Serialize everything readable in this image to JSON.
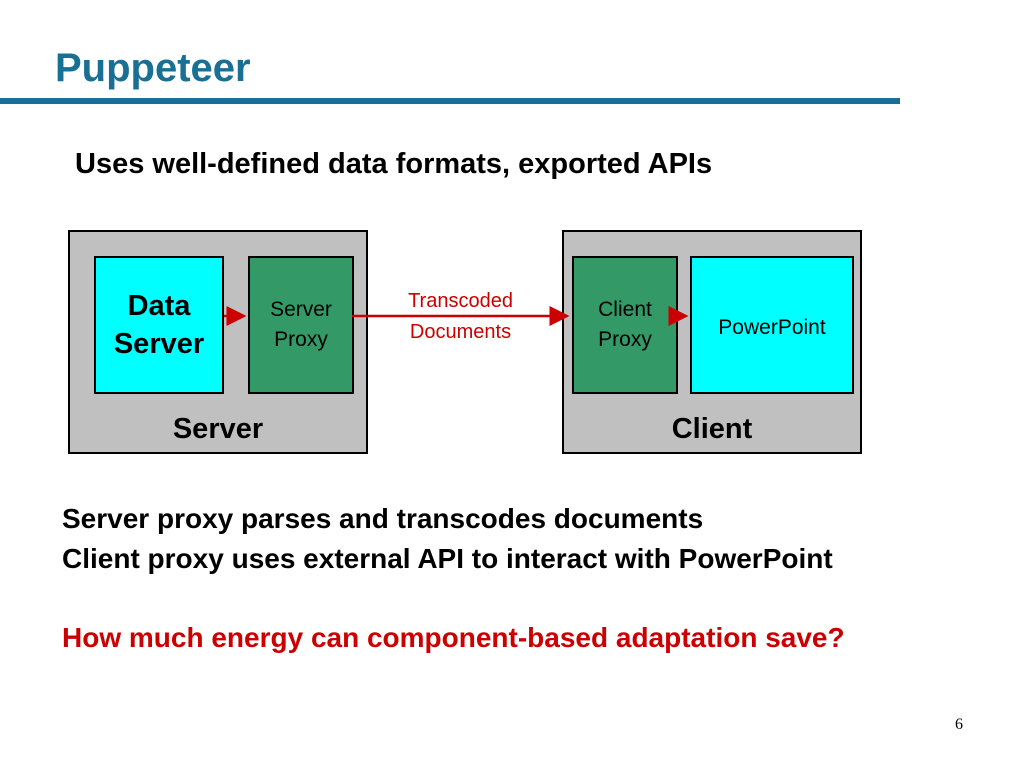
{
  "title": "Puppeteer",
  "subtitle": "Uses well-defined data formats, exported APIs",
  "diagram": {
    "server_group": {
      "label": "Server",
      "data_server": "Data\nServer",
      "server_proxy": "Server\nProxy"
    },
    "client_group": {
      "label": "Client",
      "client_proxy": "Client\nProxy",
      "powerpoint": "PowerPoint"
    },
    "link_label": "Transcoded\nDocuments",
    "colors": {
      "gray": "#c0c0c0",
      "cyan": "#00ffff",
      "green": "#339966",
      "arrow": "#cc0000"
    }
  },
  "bullets": [
    "Server proxy parses and transcodes documents",
    "Client proxy uses external API to interact with PowerPoint"
  ],
  "question": "How much energy can component-based adaptation save?",
  "page_number": "6"
}
